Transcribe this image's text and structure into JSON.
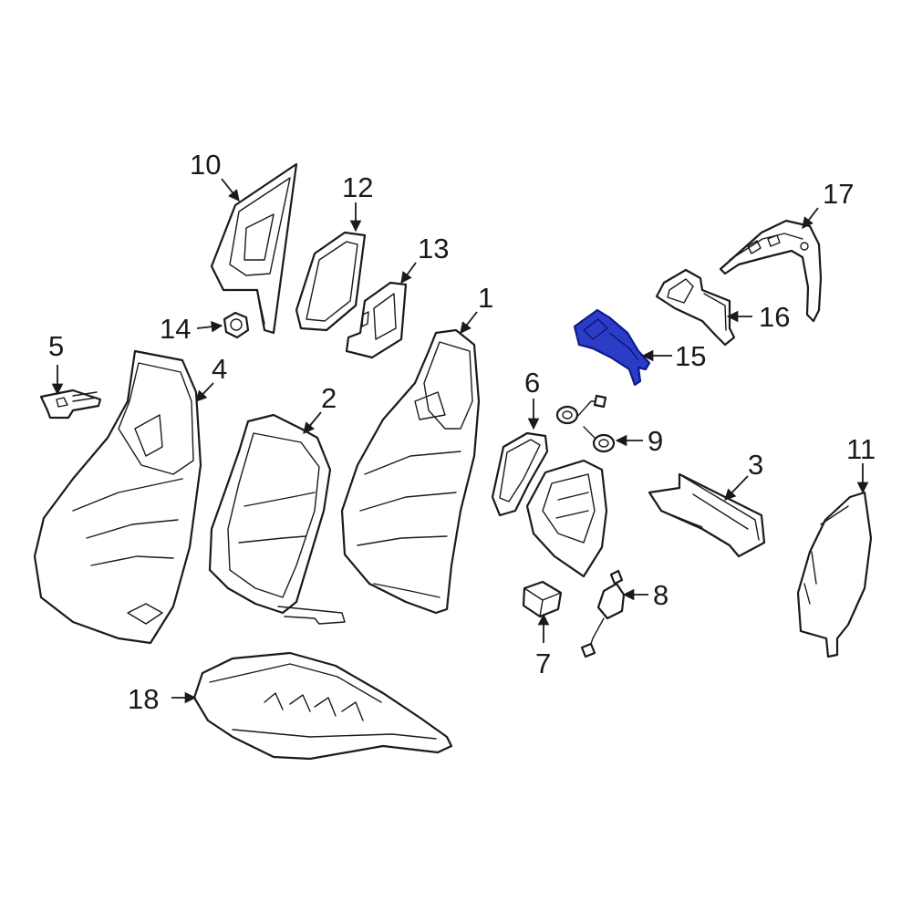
{
  "diagram": {
    "highlight_color": "#2b3dc7",
    "highlighted_part": "15",
    "callouts": [
      {
        "id": "c1",
        "label": "1"
      },
      {
        "id": "c2",
        "label": "2"
      },
      {
        "id": "c3",
        "label": "3"
      },
      {
        "id": "c4",
        "label": "4"
      },
      {
        "id": "c5",
        "label": "5"
      },
      {
        "id": "c6",
        "label": "6"
      },
      {
        "id": "c7",
        "label": "7"
      },
      {
        "id": "c8",
        "label": "8"
      },
      {
        "id": "c9",
        "label": "9"
      },
      {
        "id": "c10",
        "label": "10"
      },
      {
        "id": "c11",
        "label": "11"
      },
      {
        "id": "c12",
        "label": "12"
      },
      {
        "id": "c13",
        "label": "13"
      },
      {
        "id": "c14",
        "label": "14"
      },
      {
        "id": "c15",
        "label": "15"
      },
      {
        "id": "c16",
        "label": "16"
      },
      {
        "id": "c17",
        "label": "17"
      },
      {
        "id": "c18",
        "label": "18"
      }
    ]
  }
}
